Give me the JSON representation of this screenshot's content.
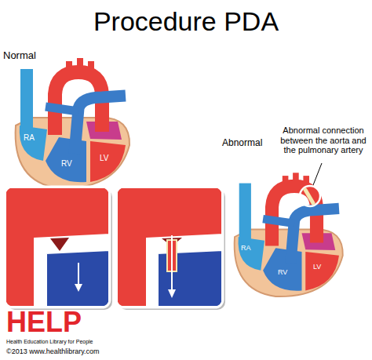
{
  "diagram": {
    "title": "Procedure PDA",
    "labels": [
      "Normal",
      "RA",
      "RV",
      "LV",
      "Abnormal",
      "Abnormal connection between the aorta and the pulmonary artery",
      "RA",
      "RV",
      "LV",
      "HELP",
      "Health Education Library for People",
      "©2013 www.healthlibrary.com"
    ]
  }
}
